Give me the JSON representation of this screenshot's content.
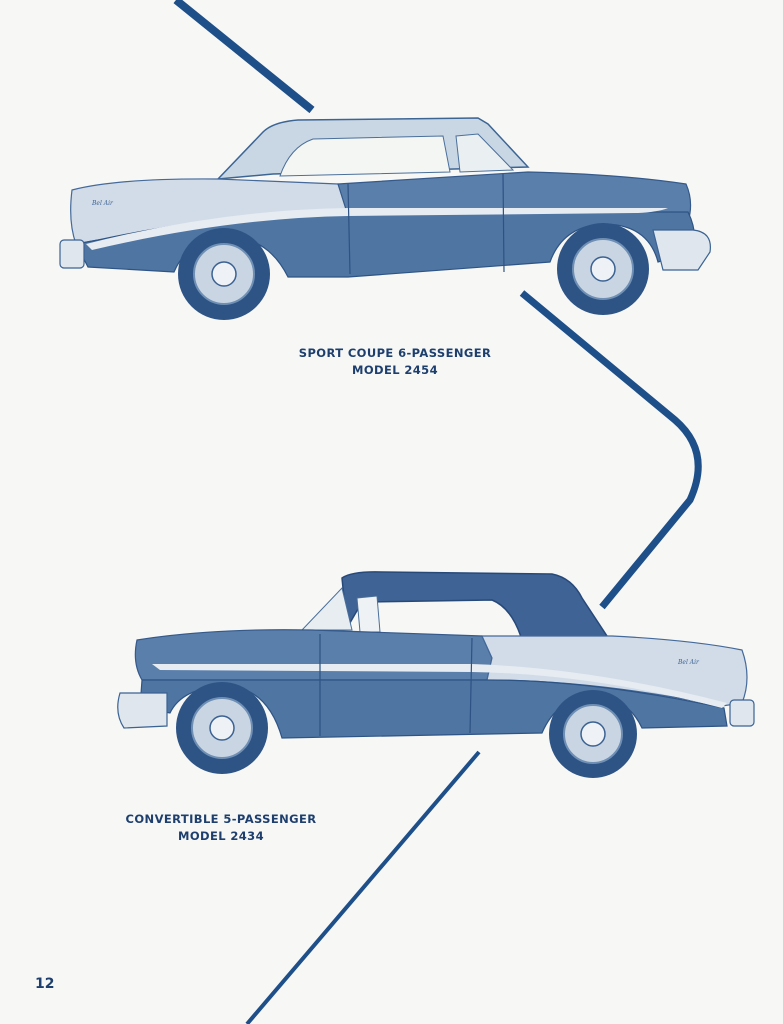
{
  "page": {
    "page_number": "12",
    "background_color": "#f7f8f6",
    "ink_color": "#1e4f88",
    "text_color": "#1e3f6e"
  },
  "cars": [
    {
      "name": "SPORT COUPE 6-PASSENGER",
      "model": "MODEL 2454",
      "body_style": "hardtop coupe",
      "facing": "right",
      "script_badge": "Bel Air"
    },
    {
      "name": "CONVERTIBLE 5-PASSENGER",
      "model": "MODEL 2434",
      "body_style": "convertible, top up",
      "facing": "left",
      "script_badge": "Bel Air"
    }
  ],
  "decorative_line": {
    "description": "Zig-zag blue ribbon line running from top to bottom of page between the cars"
  }
}
